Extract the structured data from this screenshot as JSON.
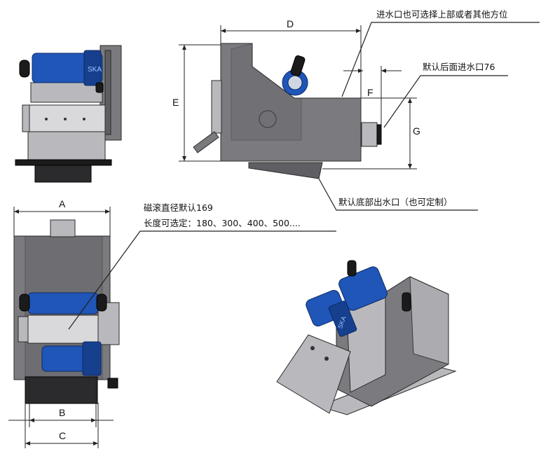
{
  "dimensions": {
    "A": "A",
    "B": "B",
    "C": "C",
    "D": "D",
    "E": "E",
    "F": "F",
    "G": "G"
  },
  "notes": {
    "inlet_optional": "进水口也可选择上部或者其他方位",
    "rear_inlet_default": "默认后面进水口76",
    "bottom_outlet": "默认底部出水口（也可定制）",
    "roller_diameter": "磁滚直径默认169",
    "length_options": "长度可选定：180、300、400、500...."
  },
  "colors": {
    "steel": "#7b7b7f",
    "motor_blue": "#1f56b8",
    "drum": "#d9d9db",
    "base": "#2b2b2d"
  }
}
